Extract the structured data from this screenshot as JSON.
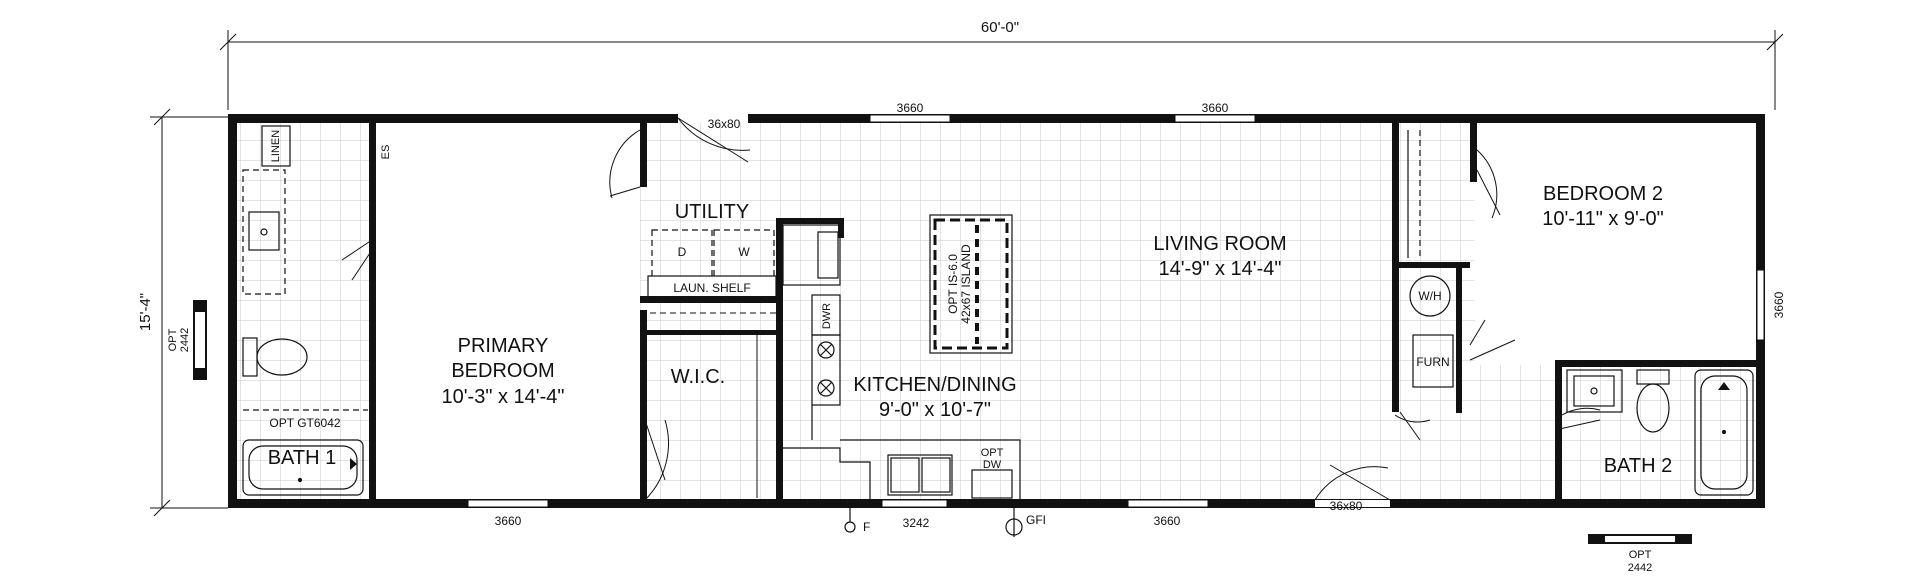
{
  "dimensions": {
    "overall_length": "60'-0\"",
    "overall_width": "15'-4\""
  },
  "rooms": {
    "primary_bedroom": {
      "name_line1": "PRIMARY",
      "name_line2": "BEDROOM",
      "size": "10'-3\" x 14'-4\""
    },
    "utility": {
      "name": "UTILITY",
      "dryer": "D",
      "washer": "W",
      "shelf": "LAUN. SHELF"
    },
    "wic": {
      "name": "W.I.C."
    },
    "kitchen_dining": {
      "name": "KITCHEN/DINING",
      "size": "9'-0\" x 10'-7\""
    },
    "living_room": {
      "name": "LIVING ROOM",
      "size": "14'-9\" x 14'-4\""
    },
    "bedroom_2": {
      "name": "BEDROOM 2",
      "size": "10'-11\" x 9'-0\""
    },
    "bath_1": {
      "name": "BATH 1"
    },
    "bath_2": {
      "name": "BATH 2"
    }
  },
  "fixtures": {
    "linen": "LINEN",
    "es": "ES",
    "opt_tub": "OPT GT6042",
    "island_line1": "OPT IS-6.0",
    "island_line2": "42x67 ISLAND",
    "dwr": "DWR",
    "opt_dw_line1": "OPT",
    "opt_dw_line2": "DW",
    "water_heater": "W/H",
    "furnace": "FURN",
    "gfi": "GFI",
    "faucet": "F"
  },
  "openings": {
    "door_top": "36x80",
    "door_bottom": "36x80",
    "window_top_1": "3660",
    "window_top_2": "3660",
    "window_bottom_1": "3660",
    "window_bottom_2": "3242",
    "window_bottom_3": "3660",
    "window_right": "3660",
    "opt_window_left_line1": "OPT",
    "opt_window_left_line2": "2442",
    "opt_window_bottom_line1": "OPT",
    "opt_window_bottom_line2": "2442"
  }
}
